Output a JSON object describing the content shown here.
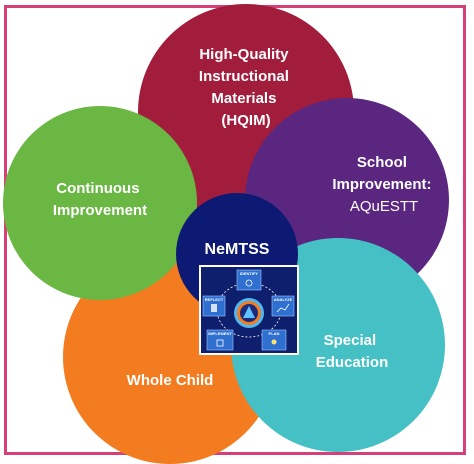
{
  "diagram": {
    "center_label": "NeMTSS",
    "petals": [
      {
        "id": "hqim",
        "lines": [
          "High-Quality",
          "Instructional",
          "Materials",
          "(HQIM)"
        ],
        "color": "#a21c3c"
      },
      {
        "id": "school",
        "lines": [
          "School",
          "Improvement:"
        ],
        "extra": "AQuESTT",
        "color": "#5a2680"
      },
      {
        "id": "special",
        "lines": [
          "Special",
          "Education"
        ],
        "color": "#45c1c5"
      },
      {
        "id": "whole",
        "lines": [
          "Whole Child"
        ],
        "color": "#f47c20"
      },
      {
        "id": "continuous",
        "lines": [
          "Continuous",
          "Improvement"
        ],
        "color": "#6ab743"
      }
    ],
    "cycle_steps": [
      "IDENTIFY",
      "ANALYZE",
      "PLAN",
      "IMPLEMENT",
      "REFLECT"
    ],
    "colors": {
      "border": "#d63f77",
      "center": "#0d1a73",
      "cycle_bg": "#0e1f6d"
    }
  }
}
